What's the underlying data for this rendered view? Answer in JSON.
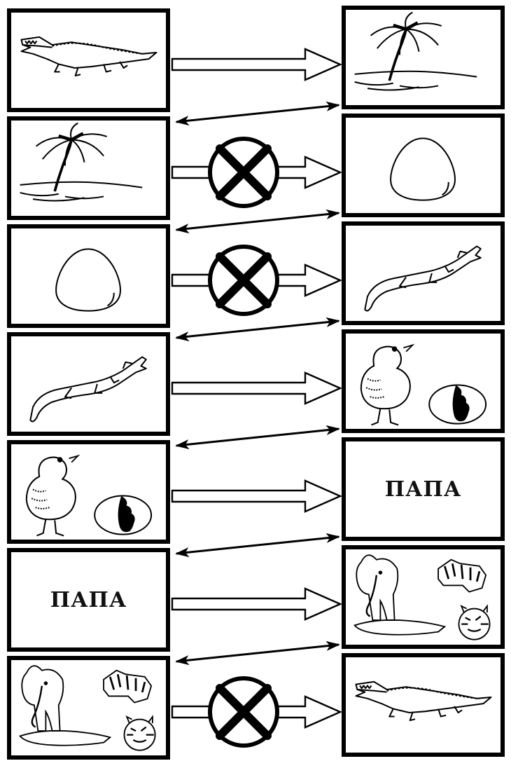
{
  "colors": {
    "ink": "#000000",
    "paper": "#ffffff"
  },
  "left_column": [
    {
      "icon": "crocodile-icon"
    },
    {
      "icon": "palm-tree-icon"
    },
    {
      "icon": "egg-icon"
    },
    {
      "icon": "small-crocodile-icon"
    },
    {
      "icon": "chick-with-eggshell-icon"
    },
    {
      "icon": "word-card",
      "word": "ПАПА"
    },
    {
      "icon": "animals-group-icon"
    }
  ],
  "right_column": [
    {
      "icon": "palm-tree-icon"
    },
    {
      "icon": "egg-icon"
    },
    {
      "icon": "small-crocodile-icon"
    },
    {
      "icon": "chick-with-eggshell-icon"
    },
    {
      "icon": "word-card",
      "word": "ПАПА"
    },
    {
      "icon": "animals-group-icon"
    },
    {
      "icon": "crocodile-icon"
    }
  ],
  "links": [
    {
      "type": "arrow",
      "blocked": false
    },
    {
      "type": "arrow",
      "blocked": true
    },
    {
      "type": "arrow",
      "blocked": true
    },
    {
      "type": "arrow",
      "blocked": false
    },
    {
      "type": "arrow",
      "blocked": false
    },
    {
      "type": "arrow",
      "blocked": false
    },
    {
      "type": "arrow",
      "blocked": true
    }
  ],
  "diagonal_links": [
    {
      "type": "double-headed-arrow"
    },
    {
      "type": "double-headed-arrow"
    },
    {
      "type": "double-headed-arrow"
    },
    {
      "type": "double-headed-arrow"
    },
    {
      "type": "double-headed-arrow"
    },
    {
      "type": "double-headed-arrow"
    }
  ]
}
